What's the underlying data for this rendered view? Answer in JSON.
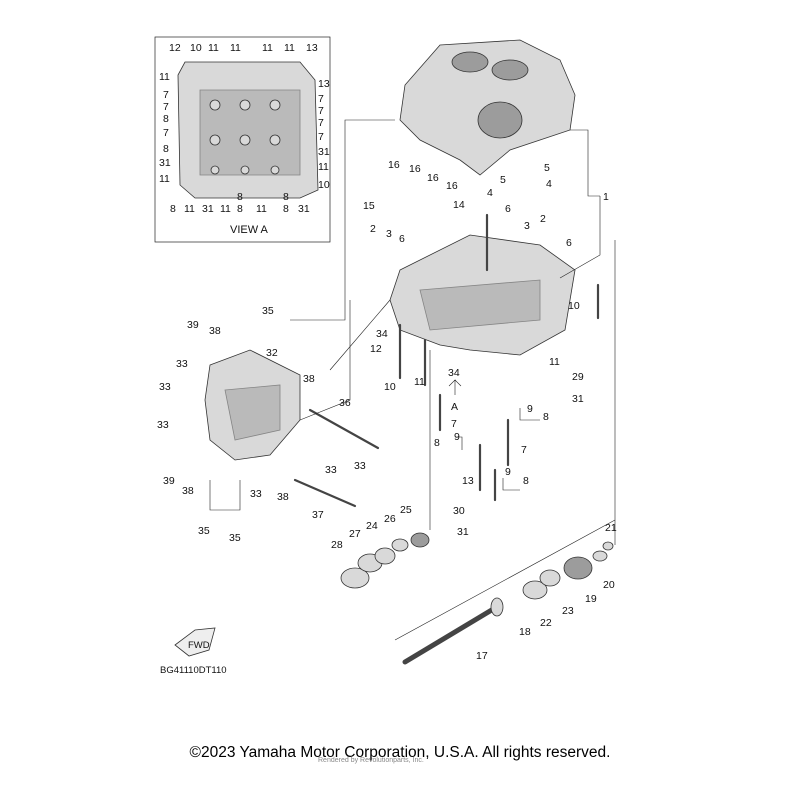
{
  "copyright": "©2023 Yamaha Motor Corporation, U.S.A. All rights reserved.",
  "rendered_by": "Rendered by Revolutionparts, Inc.",
  "diagram_code": "BG41110DT110",
  "view_label": "VIEW A",
  "arrow_label": "A",
  "direction_badge": "FWD",
  "view_callouts": [
    "12",
    "10",
    "11",
    "11",
    "11",
    "11",
    "13",
    "11",
    "13",
    "7",
    "7",
    "7",
    "7",
    "8",
    "7",
    "7",
    "7",
    "8",
    "8",
    "8",
    "31",
    "31",
    "11",
    "11",
    "10",
    "8",
    "11",
    "31",
    "11",
    "8",
    "11",
    "8",
    "31"
  ],
  "main_callouts": [
    "1",
    "2",
    "2",
    "3",
    "3",
    "4",
    "4",
    "5",
    "5",
    "6",
    "6",
    "6",
    "7",
    "7",
    "8",
    "8",
    "8",
    "9",
    "9",
    "9",
    "10",
    "10",
    "11",
    "11",
    "12",
    "13",
    "14",
    "15",
    "16",
    "16",
    "16",
    "16",
    "17",
    "18",
    "19",
    "20",
    "21",
    "22",
    "23",
    "24",
    "25",
    "26",
    "27",
    "28",
    "29",
    "30",
    "31",
    "31",
    "32",
    "33",
    "33",
    "33",
    "33",
    "33",
    "33",
    "34",
    "34",
    "35",
    "35",
    "35",
    "36",
    "37",
    "38",
    "38",
    "38",
    "38",
    "39",
    "39"
  ]
}
